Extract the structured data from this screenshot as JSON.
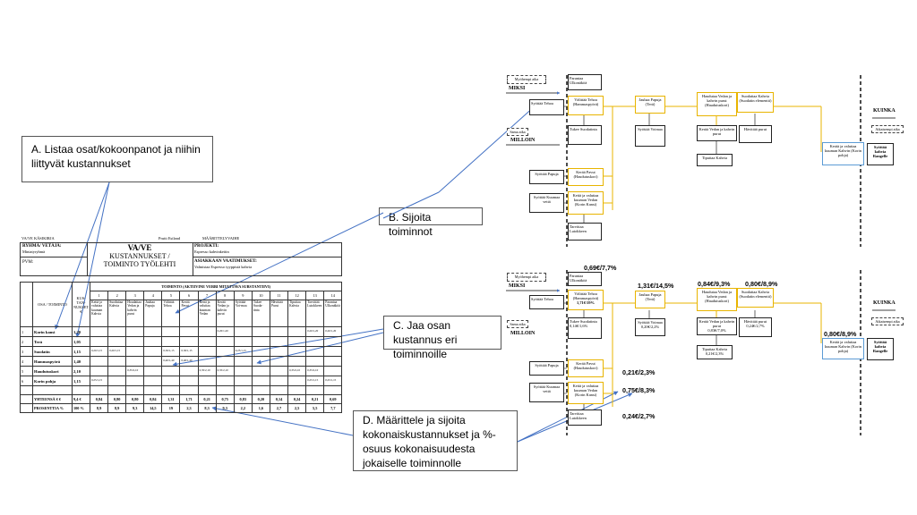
{
  "callouts": {
    "a": "A. Listaa osat/kokoonpanot  ja niihin liittyvät kustannukset",
    "b": "B. Sijoita toiminnot",
    "c": "C. Jaa osan kustannus eri toiminnoille",
    "d": "D. Määrittele ja sijoita kokonaiskustannukset ja %-osuus kokonaisuudesta jokaiselle toiminnolle"
  },
  "worksheet": {
    "top_left": "VA/VE KÄSIKIRJA",
    "top_mid": "Prutti Esiland",
    "top_right": "MÄÄRITTELYVAIHE",
    "group_label": "RYHMÄ/ VETÄJÄ:",
    "group_value": "Miniatyryhmä",
    "pvm_label": "PVM:",
    "title1": "VA/VE",
    "title2": "KUSTANNUKSET /",
    "title3": "TOIMINTO TYÖLEHTI",
    "project_label": "PROJEKTI:",
    "project_value": "Espresso kahvinkeitin",
    "req_label": "ASIAKKAAN VAATIMUKSET:",
    "req_value": "Valmistaa Espresso tyyppistä kahvia",
    "col_osa": "OSA / TOIMINTO",
    "col_kustannus": "KUS-TAN-NUKSET €",
    "col_header": "TOIMINTO (AKTIIVINE VERBI MITATTAVA SUBSTANTIIVI)",
    "col_numbers": [
      "1",
      "2",
      "3",
      "4",
      "5",
      "6",
      "7",
      "8",
      "9",
      "10",
      "11",
      "12",
      "13",
      "14"
    ],
    "col_names": [
      "Keitä ja valuttaa kuuman Kahvia",
      "Suodattaa Kahvia",
      "Houdattaa Vedan ja kahvin purut",
      "Juuhaa Papuja",
      "Välittää Tehoa",
      "Kerää Pavut",
      "Keitä ja valuttaa kuuman Vedan",
      "Kerää Vedan ja kahvin purut",
      "Syöttää Voi-maa",
      "Tukee Suoda-tinta",
      "Hävittää Purut",
      "Tiputtaa Kahvia",
      "Tarvittää Lutokkeen",
      "Parantaa Ulkonäköä"
    ],
    "rows": [
      {
        "no": "1",
        "name": "Korin kansi",
        "cost": "1,20",
        "cells": [
          "",
          "",
          "",
          "",
          "",
          "",
          "",
          "0,20/1,20",
          "",
          "",
          "",
          "",
          "0,20/1,20",
          "0,20/1,20"
        ]
      },
      {
        "no": "2",
        "name": "Terä",
        "cost": "1,05",
        "cells": [
          "",
          "",
          "",
          "",
          "",
          "",
          "",
          "",
          "",
          "",
          "",
          "",
          "",
          ""
        ]
      },
      {
        "no": "3",
        "name": "Suodatin",
        "cost": "1,15",
        "cells": [
          "0,20/1,15",
          "0,20/1,15",
          "",
          "",
          "0,30/1,15",
          "0,30/1,15",
          "",
          "",
          "0,25/1,15",
          "",
          "",
          "",
          "",
          ""
        ]
      },
      {
        "no": "4",
        "name": "Hammaspyörä",
        "cost": "1,40",
        "cells": [
          "",
          "",
          "",
          "",
          "0,40/1,40",
          "0,40/1,40",
          "",
          "",
          "",
          "",
          "",
          "",
          "",
          ""
        ]
      },
      {
        "no": "5",
        "name": "Haudutuskori",
        "cost": "2,10",
        "cells": [
          "",
          "",
          "0,35/2,10",
          "",
          "",
          "",
          "0,35/2,10",
          "0,35/2,10",
          "",
          "",
          "",
          "0,35/2,10",
          "0,35/2,10",
          ""
        ]
      },
      {
        "no": "6",
        "name": "Korin pohja",
        "cost": "1,15",
        "cells": [
          "0,25/1,15",
          "",
          "",
          "",
          "",
          "",
          "",
          "",
          "",
          "",
          "",
          "",
          "0,25/1,15",
          "0,25/1,15"
        ]
      }
    ],
    "total_label": "YHTEENSÄ € €",
    "total_value": "9,4 €",
    "totals": [
      "0,84",
      "0,80",
      "0,80",
      "0,84",
      "1,31",
      "1,71",
      "0,21",
      "0,75",
      "0,83",
      "0,20",
      "0,14",
      "0,24",
      "0,21",
      "0,69"
    ],
    "pct_label": "PROSENTTIA %",
    "pct_value": "100 %",
    "pcts": [
      "8,9",
      "8,9",
      "9,3",
      "14,5",
      "19",
      "2,3",
      "8,3",
      "9,3",
      "2,2",
      "1,6",
      "2,7",
      "2,5",
      "5,5",
      "7,7"
    ]
  },
  "diagram_top": {
    "higher": "Myöhempi aika",
    "miksi": "MIKSI",
    "same_time": "Sama aika",
    "milloin": "MILLOIN",
    "parantaa": "Parantaa Ulkonäköä",
    "syottaa_tehoa": "Syöttää Tehoa",
    "valittaa": "Välittää Tehoa",
    "valittaa_sub": "(Hammaspyörä)",
    "jauhaa": "Jauhaa Papuja",
    "jauhaa_sub": "(Terä)",
    "haudutus": "Haudutaa Vedan ja kahvin purut",
    "haudutus_sub": "(Haudutuskori)",
    "suodattaa": "Suodattaa Kahvia",
    "suodattaa_sub": "(Suodatin elementti)",
    "tukee": "Tukee Suodatinta",
    "syottaa_voimaa": "Syöttää Voimaa",
    "keraa_vedan": "Kerää Vedan ja kahvin purut",
    "tiputtaa": "Tiputtaa Kahvia",
    "havittaa": "Hävittää purut",
    "keraa_pavut": "Kerää Pavut",
    "keraa_pavut_sub": "(Haudutuskori)",
    "syottaa_papuja": "Syöttää Papuja",
    "keitaa": "Keitä ja valuttaa kuuman Vedan",
    "keitaa_sub": "(Korin Kansi)",
    "syottaa_kuumaa": "Syöttää Kuumaa vettä",
    "tarvittaa": "Tarvittaa Lutokkeen",
    "keraa_kahvin": "Kerää ja valuttaa kuuman Kahvin (Korin pohja)",
    "syottaa_kahvia": "Syöttää kahvia Rangelle",
    "kuinka": "KUINKA",
    "aikaisempi": "Aikaisempi aika"
  },
  "diagram_bottom": {
    "c_parantaa": "0,69€/7,7%",
    "c_valittaa": "1,71€/19%",
    "c_jauhaa": "1,31€/14,5%",
    "c_haudutus": "0,84€/9,3%",
    "c_suodattaa": "0,80€/8,9%",
    "c_tukee": "0,14€/1,6%",
    "c_syottaa_voimaa": "0,20€/2,2%",
    "c_keraa_vedan": "0,83€/7,0%",
    "c_havittaa": "0,24€/2,7%",
    "c_tiputtaa": "0,21€/2,3%",
    "c_keraa_pavut": "0,21€/2,3%",
    "c_keitaa": "0,75€/8,3%",
    "c_tarvittaa": "0,24€/2,7%",
    "c_keraa_kahvin": "0,80€/8,9%"
  }
}
